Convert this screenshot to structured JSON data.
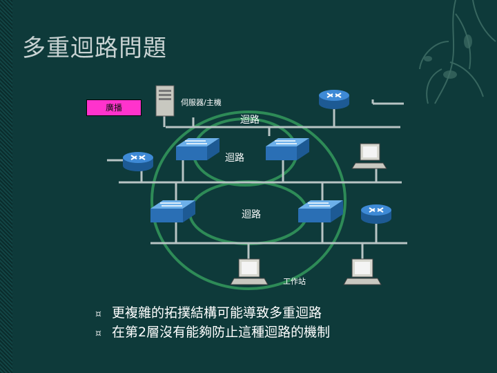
{
  "slide": {
    "title": "多重迴路問題"
  },
  "diagram": {
    "broadcast_label": "廣播",
    "server_label": "伺服器/主機",
    "loop_labels": [
      "迴路",
      "迴路",
      "迴路"
    ],
    "workstation_label": "工作站"
  },
  "bullets": [
    {
      "marker": "¤",
      "text": "更複雜的拓撲結構可能導致多重迴路"
    },
    {
      "marker": "¤",
      "text": "在第2層沒有能夠防止這種迴路的機制"
    }
  ],
  "colors": {
    "background": "#0e3a3a",
    "loop": "#2e8b57",
    "broadcast": "#ff33cc",
    "device": "#2a72b8"
  }
}
